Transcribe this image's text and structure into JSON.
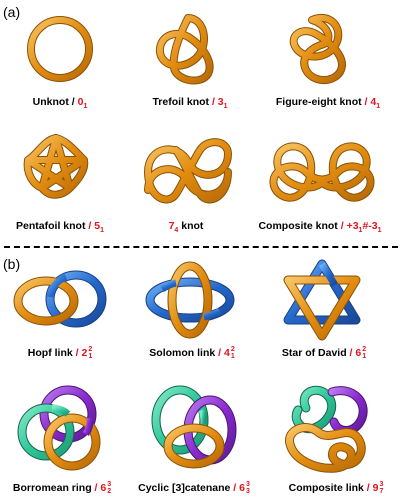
{
  "panels": {
    "a": "(a)",
    "b": "(b)"
  },
  "colors": {
    "orange": "#e08a0c",
    "orange_light": "#f6b95a",
    "blue": "#2468cc",
    "blue_light": "#5aa0ee",
    "green": "#2fc79a",
    "purple": "#8a2bd0",
    "label_red": "#e0141e"
  },
  "knots": [
    {
      "name": "Unknot",
      "notation": "0",
      "sub": "1"
    },
    {
      "name": "Trefoil knot",
      "notation": "3",
      "sub": "1"
    },
    {
      "name": "Figure-eight knot",
      "notation": "4",
      "sub": "1"
    },
    {
      "name": "Pentafoil knot",
      "notation": "5",
      "sub": "1"
    },
    {
      "name": "knot",
      "notation": "7",
      "sub": "4"
    },
    {
      "name": "Composite knot",
      "notation": "+3",
      "sub": "1",
      "extra": "#-3",
      "extra_sub": "1"
    }
  ],
  "links": [
    {
      "name": "Hopf link",
      "notation": "2",
      "sup": "2",
      "sub": "1"
    },
    {
      "name": "Solomon link",
      "notation": "4",
      "sup": "2",
      "sub": "1"
    },
    {
      "name": "Star of David",
      "notation": "6",
      "sup": "2",
      "sub": "1"
    },
    {
      "name": "Borromean ring",
      "notation": "6",
      "sup": "3",
      "sub": "2"
    },
    {
      "name": "Cyclic [3]catenane",
      "notation": "6",
      "sup": "3",
      "sub": "3"
    },
    {
      "name": "Composite link",
      "notation": "9",
      "sup": "3",
      "sub": "7"
    }
  ]
}
